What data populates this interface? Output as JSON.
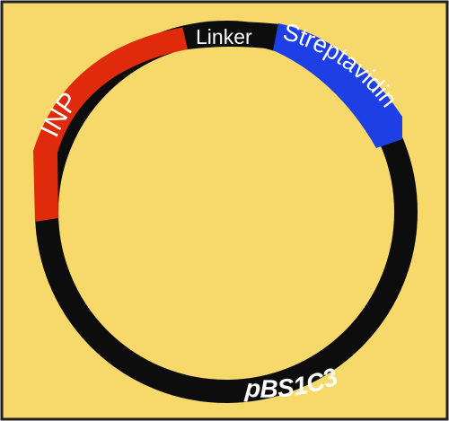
{
  "diagram": {
    "background_color": "#f7d96b",
    "border_color": "#222222",
    "segments": [
      {
        "id": "inp",
        "label": "INP",
        "color": "#e02a0c"
      },
      {
        "id": "linker",
        "label": "Linker",
        "color": "#0d0d0d"
      },
      {
        "id": "streptavidin",
        "label": "Streptavidin",
        "color": "#1f3fe6"
      },
      {
        "id": "backbone",
        "label": "pBS1C3",
        "color": "#0d0d0d"
      }
    ]
  }
}
